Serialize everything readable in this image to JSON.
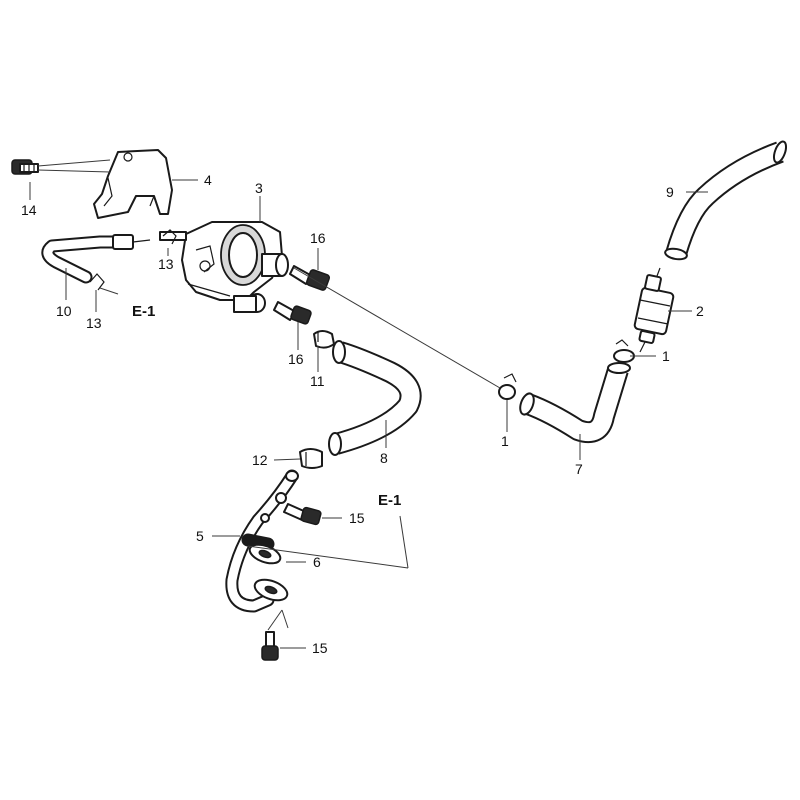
{
  "diagram": {
    "callouts": {
      "c1a": "1",
      "c1b": "1",
      "c2": "2",
      "c3": "3",
      "c4": "4",
      "c5": "5",
      "c6": "6",
      "c7": "7",
      "c8": "8",
      "c9": "9",
      "c10": "10",
      "c11": "11",
      "c12": "12",
      "c13a": "13",
      "c13b": "13",
      "c14": "14",
      "c15a": "15",
      "c15b": "15",
      "c16a": "16",
      "c16b": "16"
    },
    "refs": {
      "e1_left": "E-1",
      "e1_right": "E-1"
    }
  }
}
